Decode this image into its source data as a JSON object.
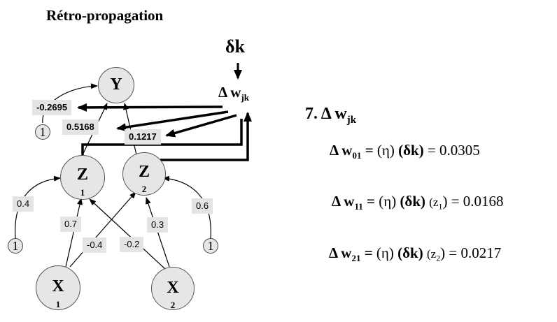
{
  "title": "Rétro-propagation",
  "delta_k_label": "δk",
  "delta_w_jk": {
    "prefix": "Δ w",
    "sub": "jk"
  },
  "step": {
    "number": "7.",
    "prefix": "Δ w",
    "sub": "jk"
  },
  "nodes": {
    "y": {
      "label": "Y"
    },
    "z1": {
      "label": "Z",
      "sub": "1"
    },
    "z2": {
      "label": "Z",
      "sub": "2"
    },
    "x1": {
      "label": "X",
      "sub": "1"
    },
    "x2": {
      "label": "X",
      "sub": "2"
    }
  },
  "bias_label": "1",
  "weights": {
    "bias_y": "-0.2695",
    "z1_y": "0.5168",
    "z2_y": "0.1217",
    "bias_z1": "0.4",
    "x1_z1": "0.7",
    "x2_z1": "-0.2",
    "x1_z2": "-0.4",
    "x2_z2": "0.3",
    "bias_z2": "0.6"
  },
  "equations": [
    {
      "lhs_prefix": "Δ w",
      "lhs_sub": "01",
      "eq": "=",
      "eta": "(η)",
      "dk": "(δk)",
      "z": "",
      "z_sub": "",
      "result": "= 0.0305"
    },
    {
      "lhs_prefix": "Δ w",
      "lhs_sub": "11",
      "eq": "=",
      "eta": "(η)",
      "dk": "(δk)",
      "z": "(z",
      "z_sub": "1",
      "result": ") = 0.0168"
    },
    {
      "lhs_prefix": "Δ w",
      "lhs_sub": "21",
      "eq": "=",
      "eta": "(η)",
      "dk": "(δk)",
      "z": "(z",
      "z_sub": "2",
      "result": ") = 0.0217"
    }
  ]
}
